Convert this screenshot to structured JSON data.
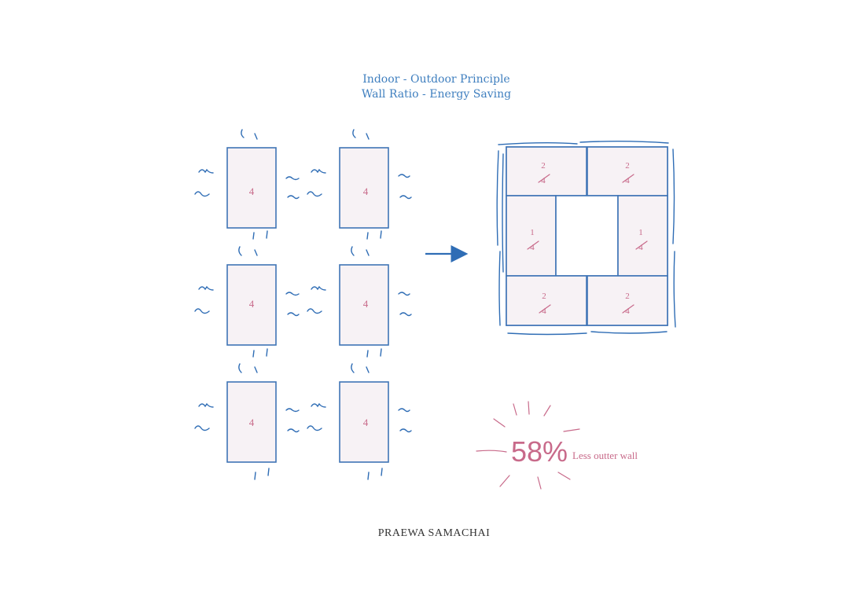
{
  "title": {
    "line1": "Indoor - Outdoor Principle",
    "line2": "Wall Ratio - Energy Saving"
  },
  "left_units": {
    "label": "4",
    "count": 6
  },
  "right_block": {
    "cells": [
      {
        "numerator": "2",
        "denominator": "4"
      },
      {
        "numerator": "2",
        "denominator": "4"
      },
      {
        "numerator": "1",
        "denominator": "4"
      },
      {
        "numerator": "1",
        "denominator": "4"
      },
      {
        "numerator": "2",
        "denominator": "4"
      },
      {
        "numerator": "2",
        "denominator": "4"
      }
    ]
  },
  "stat": {
    "value": "58%",
    "caption": "Less outter wall"
  },
  "author": "PRAEWA SAMACHAI",
  "colors": {
    "blue": "#2f6db5",
    "pink": "#c86a8a",
    "room_fill": "#f7f2f5"
  }
}
